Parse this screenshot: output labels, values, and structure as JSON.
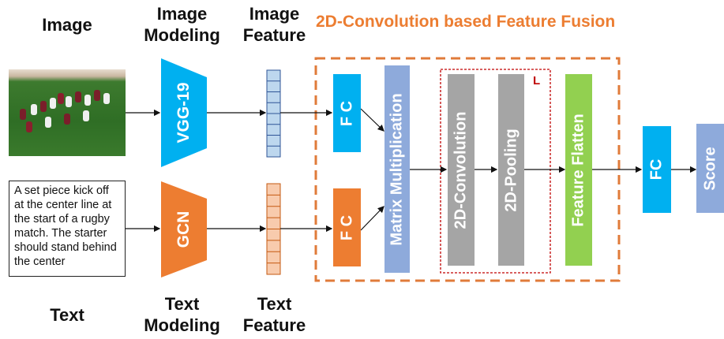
{
  "headers": {
    "image": "Image",
    "image_modeling": "Image\nModeling",
    "image_feature": "Image\nFeature",
    "fusion_title": "2D-Convolution based Feature Fusion",
    "text": "Text",
    "text_modeling": "Text\nModeling",
    "text_feature": "Text\nFeature"
  },
  "caption_text": "A set piece kick off at the center line at the start of a rugby match. The starter should stand behind the center",
  "blocks": {
    "vgg": "VGG-19",
    "gcn": "GCN",
    "fc_top": "F C",
    "fc_bottom": "F C",
    "matmul": "Matrix Multiplication",
    "conv": "2D-Convolution",
    "pool": "2D-Pooling",
    "loop_label": "L",
    "flatten": "Feature Flatten",
    "fc_out": "FC",
    "score": "Score"
  },
  "colors": {
    "blue": "#00b0f0",
    "orange": "#ed7d31",
    "light_blue": "#8eaadb",
    "grey": "#a5a5a5",
    "green": "#92d050",
    "dashed_orange": "#e07b3a",
    "dashed_red": "#c00000"
  }
}
